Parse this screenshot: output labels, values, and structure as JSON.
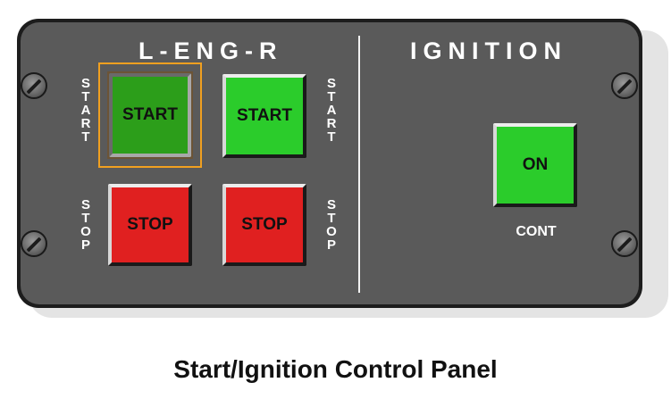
{
  "panel": {
    "left_title": "L-ENG-R",
    "right_title": "IGNITION"
  },
  "side_labels": {
    "left_start": "START",
    "left_stop": "STOP",
    "right_start": "START",
    "right_stop": "STOP"
  },
  "buttons": {
    "left_start": "START",
    "right_start": "START",
    "left_stop": "STOP",
    "right_stop": "STOP",
    "ignition": "ON"
  },
  "ignition_label": "CONT",
  "caption": "Start/Ignition Control Panel",
  "colors": {
    "panel_bg": "#5a5a5a",
    "start_green": "#2bcc2b",
    "stop_red": "#e02020",
    "highlight_orange": "#f0a020",
    "armed_green": "#2c9e1a"
  },
  "icons": [
    "screw-icon"
  ]
}
